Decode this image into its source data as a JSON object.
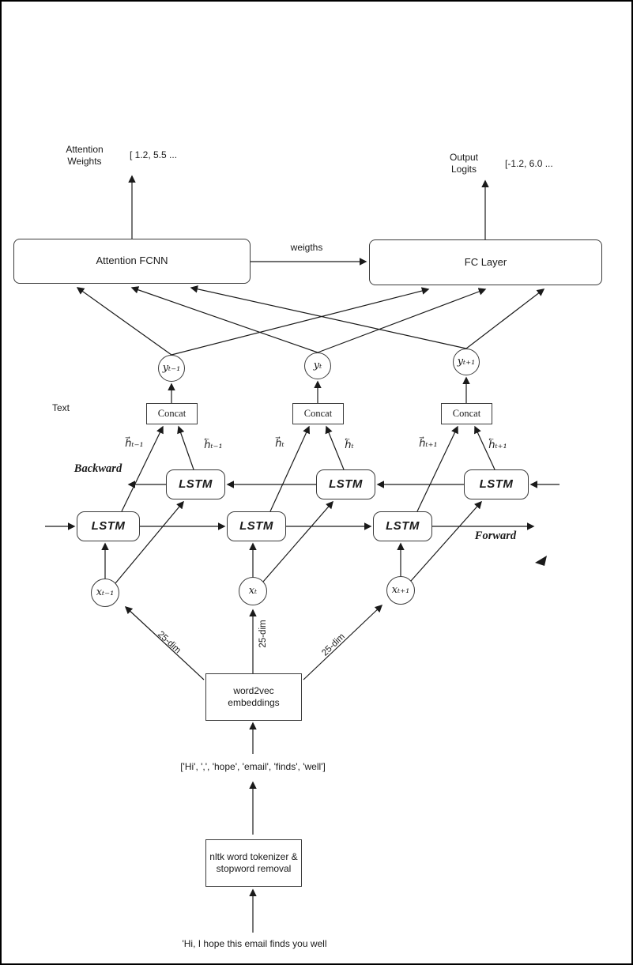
{
  "colors": {
    "line": "#1a1a1a",
    "background": "#ffffff",
    "border": "#000000"
  },
  "header": {
    "attention_weights": "Attention Weights",
    "attention_values": "[ 1.2, 5.5 ...",
    "output_logits": "Output Logits",
    "output_values": "[-1.2, 6.0 ..."
  },
  "layers": {
    "attention_fcnn": "Attention FCNN",
    "fc_layer": "FC Layer",
    "weights_edge_label": "weigths"
  },
  "sequence": {
    "text_label": "Text",
    "concat_label": "Concat",
    "lstm_label": "LSTM",
    "backward_label": "Backward",
    "forward_label": "Forward",
    "y": {
      "prev": "yₜ₋₁",
      "t": "yₜ",
      "next": "yₜ₊₁"
    },
    "x": {
      "prev": "xₜ₋₁",
      "t": "xₜ",
      "next": "xₜ₊₁"
    },
    "h_forward": {
      "prev": "h⃗ₜ₋₁",
      "t": "h⃗ₜ",
      "next": "h⃗ₜ₊₁"
    },
    "h_backward": {
      "prev": "h⃖ₜ₋₁",
      "t": "h⃖ₜ",
      "next": "h⃖ₜ₊₁"
    }
  },
  "embedding": {
    "word2vec_box": "word2vec embeddings",
    "dim_label": "25-dim"
  },
  "preprocess": {
    "tokens": "['Hi', ',', 'hope', 'email', 'finds', 'well']",
    "tokenizer_box": "nltk word tokenizer & stopword removal",
    "raw_text": "'Hi, I hope this email finds you well"
  }
}
